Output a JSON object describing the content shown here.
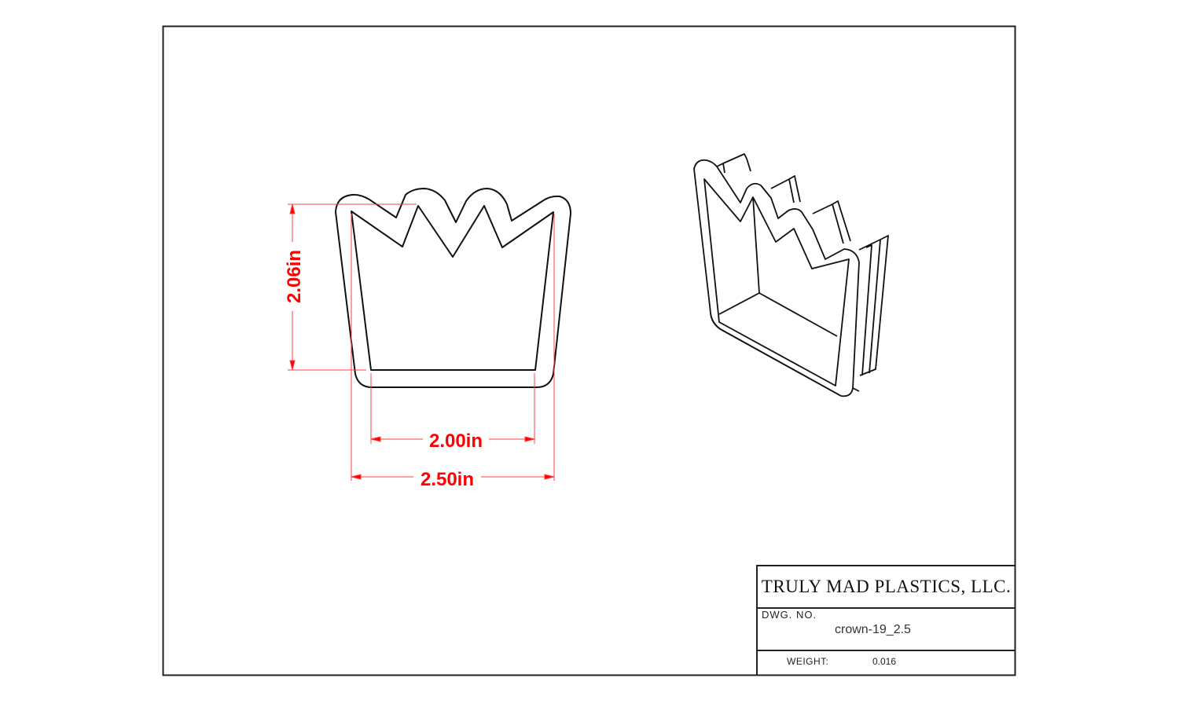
{
  "drawing": {
    "title_block": {
      "company": "TRULY MAD PLASTICS, LLC.",
      "drawing_number_label": "DWG. NO.",
      "drawing_number": "crown-19_2.5",
      "weight_label": "WEIGHT:",
      "weight_value": "0.016"
    },
    "dimensions": {
      "height": "2.06in",
      "inner_width": "2.00in",
      "outer_width": "2.50in"
    },
    "views": {
      "front": "crown cookie cutter outline (front view)",
      "isometric": "crown cookie cutter (isometric view)"
    },
    "colors": {
      "dimension": "#ff0000",
      "line": "#111111",
      "frame": "#222222"
    }
  }
}
